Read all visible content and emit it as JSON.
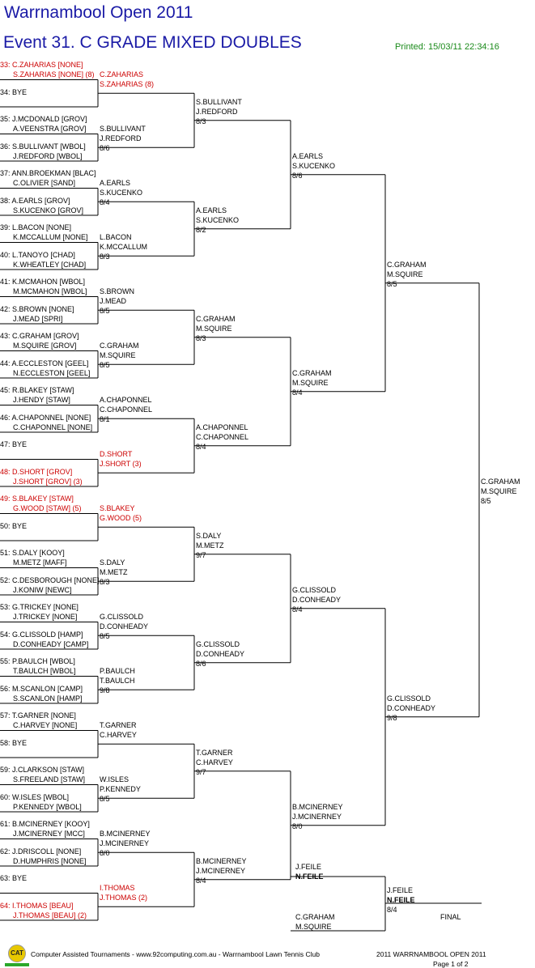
{
  "header": {
    "title": "Warrnambool Open 2011",
    "event": "Event 31. C GRADE MIXED DOUBLES",
    "printed": "Printed: 15/03/11 22:34:16"
  },
  "round1": [
    {
      "num": 33,
      "p1": "C.ZAHARIAS [NONE]",
      "p2": "S.ZAHARIAS [NONE] (8)",
      "seed": true
    },
    {
      "num": 34,
      "p1": "BYE",
      "p2": "",
      "seed": false
    },
    {
      "num": 35,
      "p1": "J.MCDONALD [GROV]",
      "p2": "A.VEENSTRA [GROV]",
      "seed": false
    },
    {
      "num": 36,
      "p1": "S.BULLIVANT [WBOL]",
      "p2": "J.REDFORD [WBOL]",
      "seed": false
    },
    {
      "num": 37,
      "p1": "ANN.BROEKMAN [BLAC]",
      "p2": "C.OLIVIER [SAND]",
      "seed": false
    },
    {
      "num": 38,
      "p1": "A.EARLS [GROV]",
      "p2": "S.KUCENKO [GROV]",
      "seed": false
    },
    {
      "num": 39,
      "p1": "L.BACON [NONE]",
      "p2": "K.MCCALLUM [NONE]",
      "seed": false
    },
    {
      "num": 40,
      "p1": "L.TANOYO [CHAD]",
      "p2": "K.WHEATLEY [CHAD]",
      "seed": false
    },
    {
      "num": 41,
      "p1": "K.MCMAHON [WBOL]",
      "p2": "M.MCMAHON [WBOL]",
      "seed": false
    },
    {
      "num": 42,
      "p1": "S.BROWN [NONE]",
      "p2": "J.MEAD [SPRI]",
      "seed": false
    },
    {
      "num": 43,
      "p1": "C.GRAHAM [GROV]",
      "p2": "M.SQUIRE [GROV]",
      "seed": false
    },
    {
      "num": 44,
      "p1": "A.ECCLESTON [GEEL]",
      "p2": "N.ECCLESTON [GEEL]",
      "seed": false
    },
    {
      "num": 45,
      "p1": "R.BLAKEY [STAW]",
      "p2": "J.HENDY [STAW]",
      "seed": false
    },
    {
      "num": 46,
      "p1": "A.CHAPONNEL [NONE]",
      "p2": "C.CHAPONNEL [NONE]",
      "seed": false
    },
    {
      "num": 47,
      "p1": "BYE",
      "p2": "",
      "seed": false
    },
    {
      "num": 48,
      "p1": "D.SHORT [GROV]",
      "p2": "J.SHORT [GROV] (3)",
      "seed": true
    },
    {
      "num": 49,
      "p1": "S.BLAKEY [STAW]",
      "p2": "G.WOOD [STAW] (5)",
      "seed": true
    },
    {
      "num": 50,
      "p1": "BYE",
      "p2": "",
      "seed": false
    },
    {
      "num": 51,
      "p1": "S.DALY [KOOY]",
      "p2": "M.METZ [MAFF]",
      "seed": false
    },
    {
      "num": 52,
      "p1": "C.DESBOROUGH [NONE]",
      "p2": "J.KONIW [NEWC]",
      "seed": false
    },
    {
      "num": 53,
      "p1": "G.TRICKEY [NONE]",
      "p2": "J.TRICKEY [NONE]",
      "seed": false
    },
    {
      "num": 54,
      "p1": "G.CLISSOLD [HAMP]",
      "p2": "D.CONHEADY [CAMP]",
      "seed": false
    },
    {
      "num": 55,
      "p1": "P.BAULCH [WBOL]",
      "p2": "T.BAULCH [WBOL]",
      "seed": false
    },
    {
      "num": 56,
      "p1": "M.SCANLON [CAMP]",
      "p2": "S.SCANLON [HAMP]",
      "seed": false
    },
    {
      "num": 57,
      "p1": "T.GARNER [NONE]",
      "p2": "C.HARVEY [NONE]",
      "seed": false
    },
    {
      "num": 58,
      "p1": "BYE",
      "p2": "",
      "seed": false
    },
    {
      "num": 59,
      "p1": "J.CLARKSON [STAW]",
      "p2": "S.FREELAND [STAW]",
      "seed": false
    },
    {
      "num": 60,
      "p1": "W.ISLES [WBOL]",
      "p2": "P.KENNEDY [WBOL]",
      "seed": false
    },
    {
      "num": 61,
      "p1": "B.MCINERNEY [KOOY]",
      "p2": "J.MCINERNEY [MCC]",
      "seed": false
    },
    {
      "num": 62,
      "p1": "J.DRISCOLL [NONE]",
      "p2": "D.HUMPHRIS [NONE]",
      "seed": false
    },
    {
      "num": 63,
      "p1": "BYE",
      "p2": "",
      "seed": false
    },
    {
      "num": 64,
      "p1": "I.THOMAS [BEAU]",
      "p2": "J.THOMAS [BEAU] (2)",
      "seed": true
    }
  ],
  "round2": [
    {
      "p1": "C.ZAHARIAS",
      "p2": "S.ZAHARIAS (8)",
      "score": "",
      "seed": true
    },
    {
      "p1": "S.BULLIVANT",
      "p2": "J.REDFORD",
      "score": "8/6",
      "seed": false
    },
    {
      "p1": "A.EARLS",
      "p2": "S.KUCENKO",
      "score": "8/4",
      "seed": false
    },
    {
      "p1": "L.BACON",
      "p2": "K.MCCALLUM",
      "score": "8/3",
      "seed": false
    },
    {
      "p1": "S.BROWN",
      "p2": "J.MEAD",
      "score": "8/5",
      "seed": false
    },
    {
      "p1": "C.GRAHAM",
      "p2": "M.SQUIRE",
      "score": "8/5",
      "seed": false
    },
    {
      "p1": "A.CHAPONNEL",
      "p2": "C.CHAPONNEL",
      "score": "8/1",
      "seed": false
    },
    {
      "p1": "D.SHORT",
      "p2": "J.SHORT (3)",
      "score": "",
      "seed": true
    },
    {
      "p1": "S.BLAKEY",
      "p2": "G.WOOD (5)",
      "score": "",
      "seed": true
    },
    {
      "p1": "S.DALY",
      "p2": "M.METZ",
      "score": "8/3",
      "seed": false
    },
    {
      "p1": "G.CLISSOLD",
      "p2": "D.CONHEADY",
      "score": "8/5",
      "seed": false
    },
    {
      "p1": "P.BAULCH",
      "p2": "T.BAULCH",
      "score": "9/8",
      "seed": false
    },
    {
      "p1": "T.GARNER",
      "p2": "C.HARVEY",
      "score": "",
      "seed": false
    },
    {
      "p1": "W.ISLES",
      "p2": "P.KENNEDY",
      "score": "8/5",
      "seed": false
    },
    {
      "p1": "B.MCINERNEY",
      "p2": "J.MCINERNEY",
      "score": "8/0",
      "seed": false
    },
    {
      "p1": "I.THOMAS",
      "p2": "J.THOMAS (2)",
      "score": "",
      "seed": true
    }
  ],
  "round3": [
    {
      "p1": "S.BULLIVANT",
      "p2": "J.REDFORD",
      "score": "8/3"
    },
    {
      "p1": "A.EARLS",
      "p2": "S.KUCENKO",
      "score": "8/2"
    },
    {
      "p1": "C.GRAHAM",
      "p2": "M.SQUIRE",
      "score": "8/3"
    },
    {
      "p1": "A.CHAPONNEL",
      "p2": "C.CHAPONNEL",
      "score": "8/4"
    },
    {
      "p1": "S.DALY",
      "p2": "M.METZ",
      "score": "9/7"
    },
    {
      "p1": "G.CLISSOLD",
      "p2": "D.CONHEADY",
      "score": "8/6"
    },
    {
      "p1": "T.GARNER",
      "p2": "C.HARVEY",
      "score": "9/7"
    },
    {
      "p1": "B.MCINERNEY",
      "p2": "J.MCINERNEY",
      "score": "8/4"
    }
  ],
  "round4": [
    {
      "p1": "A.EARLS",
      "p2": "S.KUCENKO",
      "score": "8/6"
    },
    {
      "p1": "C.GRAHAM",
      "p2": "M.SQUIRE",
      "score": "8/4"
    },
    {
      "p1": "G.CLISSOLD",
      "p2": "D.CONHEADY",
      "score": "8/4"
    },
    {
      "p1": "B.MCINERNEY",
      "p2": "J.MCINERNEY",
      "score": "8/0"
    }
  ],
  "round5": [
    {
      "p1": "C.GRAHAM",
      "p2": "M.SQUIRE",
      "score": "8/5"
    },
    {
      "p1": "G.CLISSOLD",
      "p2": "D.CONHEADY",
      "score": "9/8"
    }
  ],
  "round6": [
    {
      "p1": "C.GRAHAM",
      "p2": "M.SQUIRE",
      "score": "8/5"
    }
  ],
  "final": {
    "other_p1": "J.FEILE",
    "other_p2": "N.FEILE",
    "bottom_p1": "C.GRAHAM",
    "bottom_p2": "M.SQUIRE",
    "winner_p1": "J.FEILE",
    "winner_p2": "N.FEILE",
    "winner_score": "8/4",
    "label": "FINAL"
  },
  "footer": {
    "logo": "CAT",
    "credit": "Computer Assisted Tournaments - www.92computing.com.au  -  Warrnambool Lawn Tennis Club",
    "event": "2011 WARRNAMBOOL OPEN 2011",
    "page": "Page 1 of 2"
  },
  "colors": {
    "title": "#1a1aa6",
    "printed": "#1a8a1a",
    "seed": "#cc0000"
  }
}
